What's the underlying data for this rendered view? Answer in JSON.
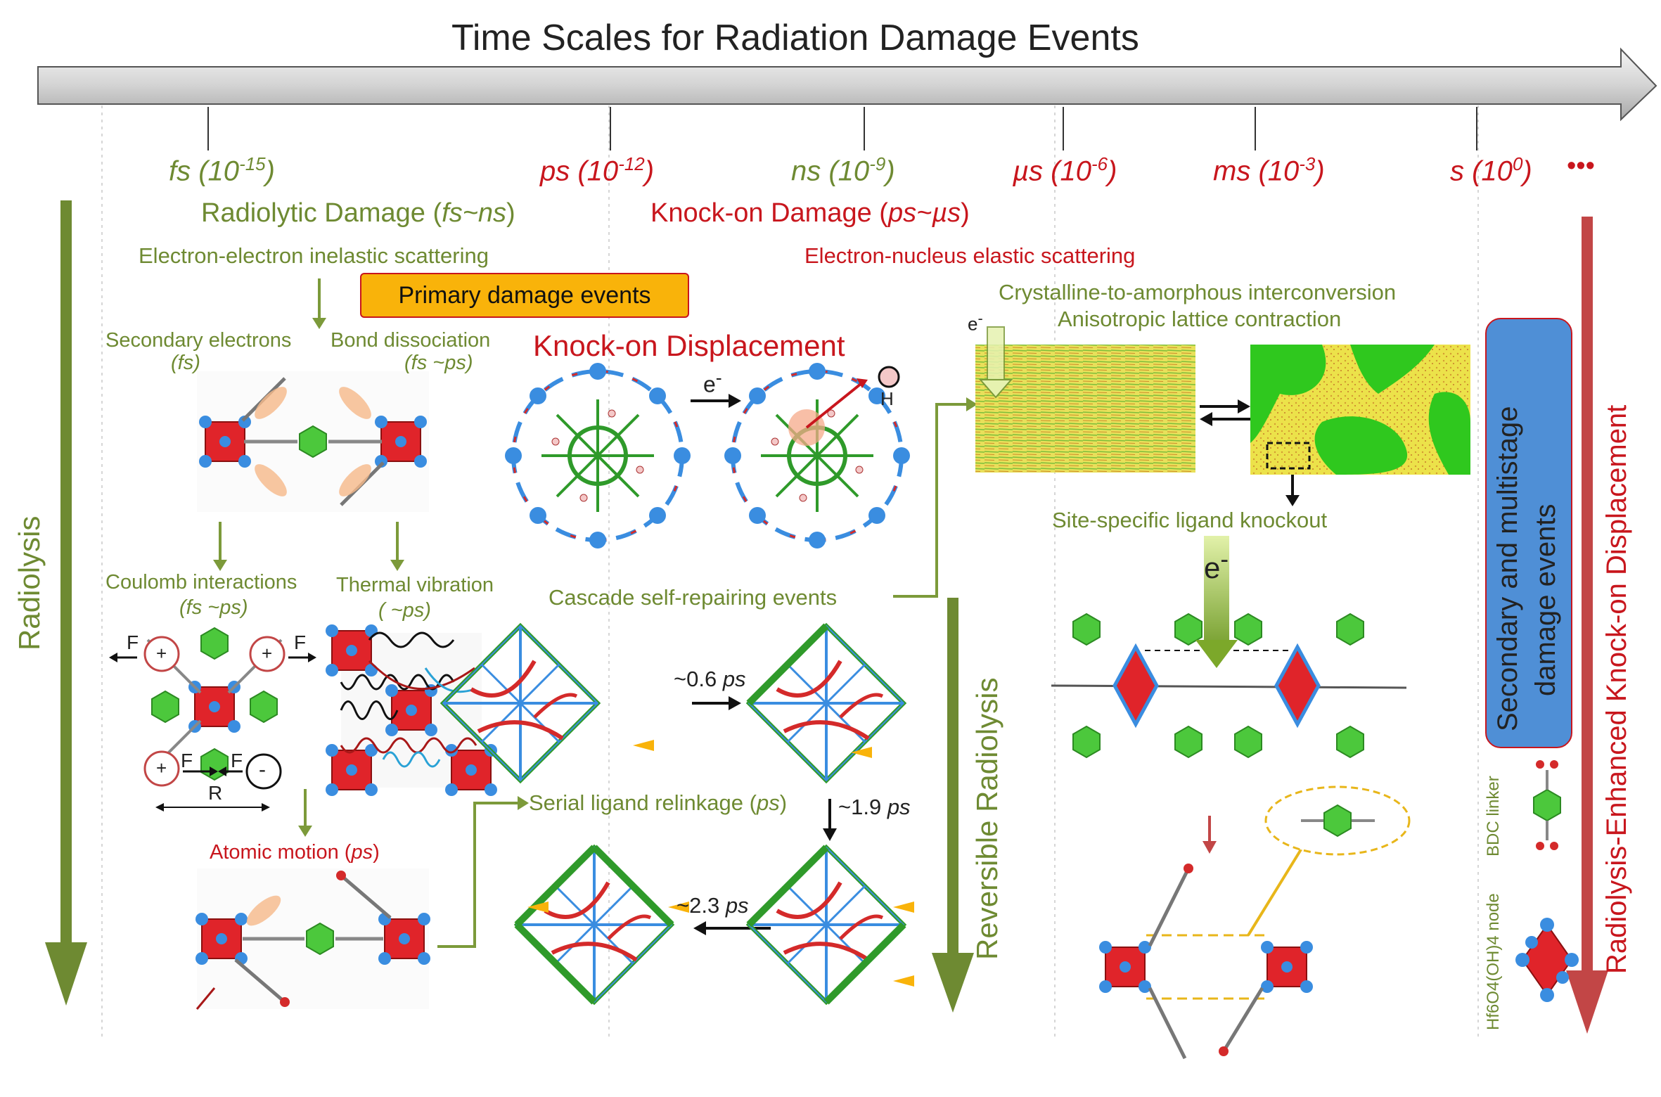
{
  "title": "Time Scales for Radiation Damage Events",
  "timescales": [
    {
      "unit": "fs",
      "exp": "-15",
      "color": "#6e8a32"
    },
    {
      "unit": "ps",
      "exp": "-12",
      "color": "#c8161d"
    },
    {
      "unit": "ns",
      "exp": "-9",
      "color": "#6e8a32"
    },
    {
      "unit": "µs",
      "exp": "-6",
      "color": "#c8161d"
    },
    {
      "unit": "ms",
      "exp": "-3",
      "color": "#c8161d"
    },
    {
      "unit": "s",
      "exp": "0",
      "color": "#c8161d"
    }
  ],
  "ellipsis": "•••",
  "radiolytic": {
    "label": "Radiolytic Damage (",
    "range": "fs~ns",
    "close": ")"
  },
  "knockon": {
    "label": "Knock-on Damage (",
    "range": "ps~µs",
    "close": ")"
  },
  "ee_scattering": "Electron-electron inelastic scattering",
  "en_scattering": "Electron-nucleus elastic scattering",
  "primary_events": "Primary damage events",
  "secondary_electrons": "Secondary electrons",
  "secondary_electrons_time": "fs",
  "bond_dissociation": "Bond dissociation",
  "bond_dissociation_time": "fs ~ps",
  "knockon_displacement": "Knock-on Displacement",
  "electron_symbol": "e",
  "electron_sup": "-",
  "hydrogen": "H",
  "coulomb": "Coulomb interactions",
  "coulomb_time": "fs ~ps",
  "thermal": "Thermal vibration",
  "thermal_time": " ~ps",
  "force": "F",
  "distance": "R",
  "plus": "+",
  "minus": "-",
  "atomic_motion": "Atomic motion (",
  "atomic_motion_time": "ps",
  "cascade": "Cascade self-repairing events",
  "serial": "Serial ligand relinkage (",
  "serial_time": "ps",
  "t1": "~0.6 ",
  "t2": "~1.9 ",
  "t3": "~2.3 ",
  "ps": "ps",
  "crystal1": "Crystalline-to-amorphous interconversion",
  "crystal2": "Anisotropic lattice contraction",
  "site_specific": "Site-specific ligand knockout",
  "radiolysis": "Radiolysis",
  "reversible": "Reversible Radiolysis",
  "secondary_box_line1": "Secondary and multistage",
  "secondary_box_line2": "damage  events",
  "enhanced": "Radiolysis-Enhanced Knock-on Displacement",
  "bdc_linker": "BDC linker",
  "node_label": "Hf6O4(OH)4 node",
  "colors": {
    "green": "#6e8a32",
    "red": "#c8161d",
    "node": "#e0242a",
    "ligand": "#4cc83c",
    "blue": "#3a8de0",
    "orange": "#f9b30a"
  }
}
